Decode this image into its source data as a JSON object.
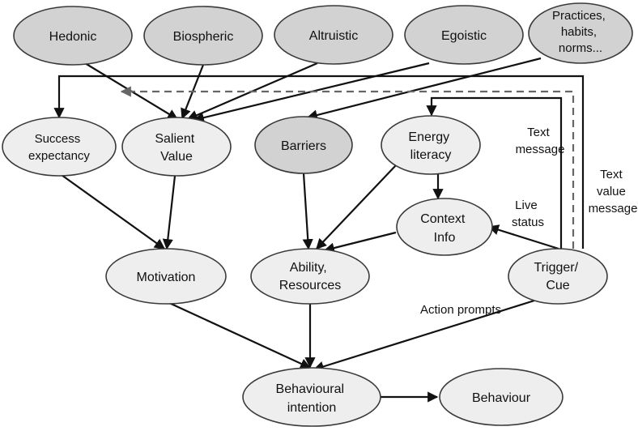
{
  "nodes": {
    "hedonic": [
      "Hedonic"
    ],
    "biospheric": [
      "Biospheric"
    ],
    "altruistic": [
      "Altruistic"
    ],
    "egoistic": [
      "Egoistic"
    ],
    "practices": [
      "Practices,",
      "habits,",
      "norms..."
    ],
    "success": [
      "Success",
      "expectancy"
    ],
    "salient": [
      "Salient",
      "Value"
    ],
    "barriers": [
      "Barriers"
    ],
    "energy": [
      "Energy",
      "literacy"
    ],
    "context": [
      "Context",
      "Info"
    ],
    "motivation": [
      "Motivation"
    ],
    "ability": [
      "Ability,",
      "Resources"
    ],
    "trigger": [
      "Trigger/",
      "Cue"
    ],
    "intention": [
      "Behavioural",
      "intention"
    ],
    "behaviour": [
      "Behaviour"
    ]
  },
  "edge_labels": {
    "text_message": [
      "Text",
      "message"
    ],
    "text_value_message": [
      "Text",
      "value",
      "message"
    ],
    "live_status": [
      "Live",
      "status"
    ],
    "action_prompts": [
      "Action prompts"
    ]
  },
  "colors": {
    "dark_node_fill": "#d2d2d2",
    "light_node_fill": "#eeeeee",
    "arrow": "#111111",
    "dashed_arrow": "#666666"
  }
}
